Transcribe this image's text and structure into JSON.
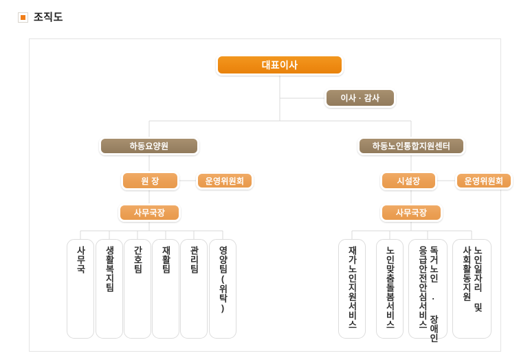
{
  "page": {
    "title": "조직도",
    "bullet_icon": "orange-square-bullet"
  },
  "colors": {
    "accent_orange": "#ee8a12",
    "light_orange": "#eb9f54",
    "brown": "#9b8465",
    "frame_border": "#e3e3e3",
    "leaf_border": "#dcdcdc",
    "connector": "#d9d9d9"
  },
  "org_chart": {
    "root": {
      "label": "대표이사",
      "style": "ceo"
    },
    "advisory": {
      "label": "이사 · 감사",
      "style": "brown"
    },
    "branches": [
      {
        "id": "left",
        "head": {
          "label": "하동요양원",
          "style": "brown"
        },
        "director": {
          "label": "원 장",
          "style": "orange"
        },
        "committee": {
          "label": "운영위원회",
          "style": "orange"
        },
        "secretariat": {
          "label": "사무국장",
          "style": "orange"
        },
        "units": [
          {
            "columns": [
              "사무국"
            ]
          },
          {
            "columns": [
              "생활복지팀"
            ]
          },
          {
            "columns": [
              "간호팀"
            ]
          },
          {
            "columns": [
              "재활팀"
            ]
          },
          {
            "columns": [
              "관리팀"
            ]
          },
          {
            "columns": [
              "영양팀(위탁)"
            ]
          }
        ]
      },
      {
        "id": "right",
        "head": {
          "label": "하동노인통합지원센터",
          "style": "brown"
        },
        "director": {
          "label": "시설장",
          "style": "orange"
        },
        "committee": {
          "label": "운영위원회",
          "style": "orange"
        },
        "secretariat": {
          "label": "사무국장",
          "style": "orange"
        },
        "units": [
          {
            "columns": [
              "재가노인지원서비스"
            ]
          },
          {
            "columns": [
              "노인맞춤돌봄서비스"
            ]
          },
          {
            "columns": [
              "독거노인 · 장애인",
              "응급안전안심서비스"
            ]
          },
          {
            "columns": [
              "노인일자리 및",
              "사회활동지원"
            ]
          }
        ]
      }
    ]
  }
}
